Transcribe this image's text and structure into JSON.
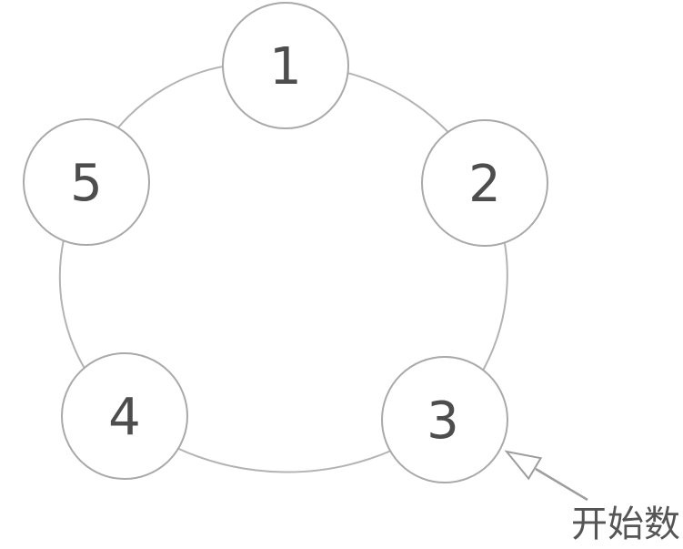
{
  "diagram": {
    "type": "circular-arrangement",
    "description": "Five numbered circles joined by a ring (counting circle), with an arrow marking the starting node",
    "nodes": [
      {
        "label": "1"
      },
      {
        "label": "2"
      },
      {
        "label": "3"
      },
      {
        "label": "4"
      },
      {
        "label": "5"
      }
    ],
    "annotation": {
      "label": "开始数",
      "points_to": "node 3"
    },
    "colors": {
      "background": "#ffffff",
      "node_fill": "#ffffff",
      "node_stroke": "#a9a9a9",
      "ring_stroke": "#b3b3b3",
      "number_color": "#4d4d4d",
      "arrow_color": "#9d9d9d",
      "annotation_text_color": "#555555"
    }
  }
}
